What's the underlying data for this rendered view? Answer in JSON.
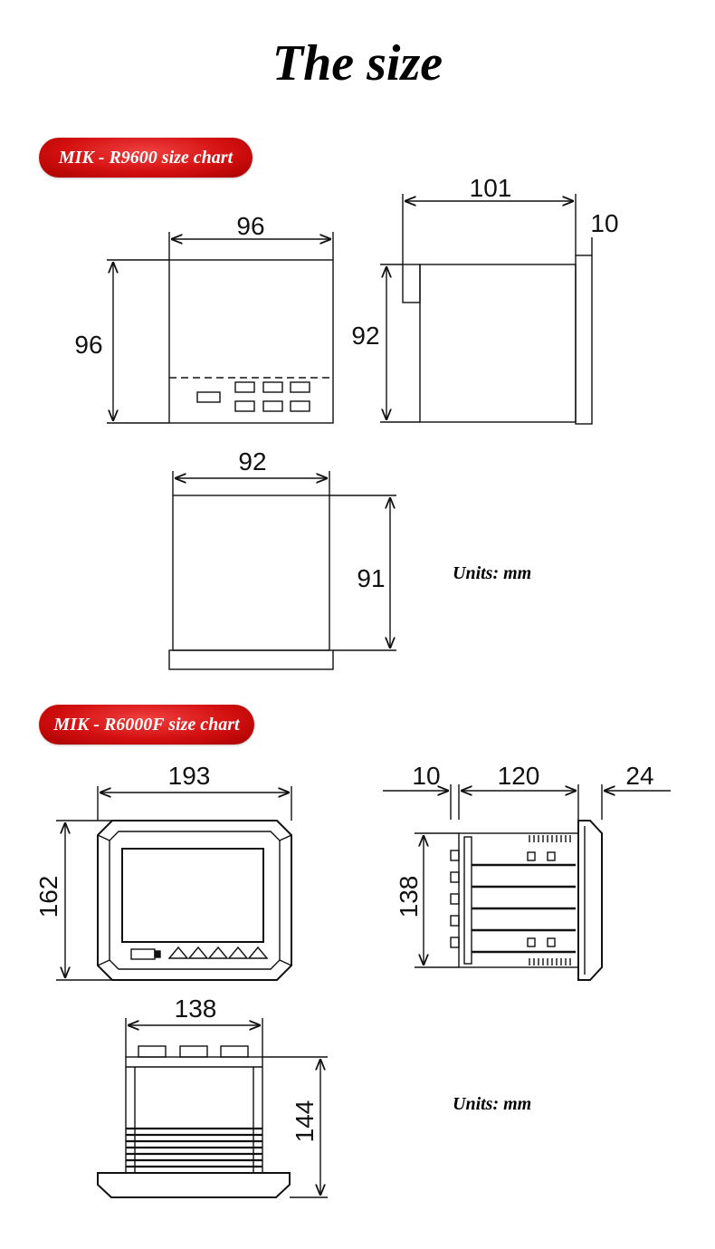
{
  "page": {
    "title": "The size",
    "units_label": "Units: mm"
  },
  "section1": {
    "label": "MIK - R9600 size chart",
    "front": {
      "width": "96",
      "height": "96"
    },
    "side": {
      "depth": "101",
      "bezel": "10",
      "height": "92"
    },
    "top": {
      "width": "92",
      "depth": "91"
    }
  },
  "section2": {
    "label": "MIK - R6000F size chart",
    "front": {
      "width": "193",
      "height": "162"
    },
    "side": {
      "front_depth": "10",
      "body_depth": "120",
      "rear_depth": "24",
      "height": "138"
    },
    "top": {
      "width": "138",
      "depth": "144"
    }
  }
}
